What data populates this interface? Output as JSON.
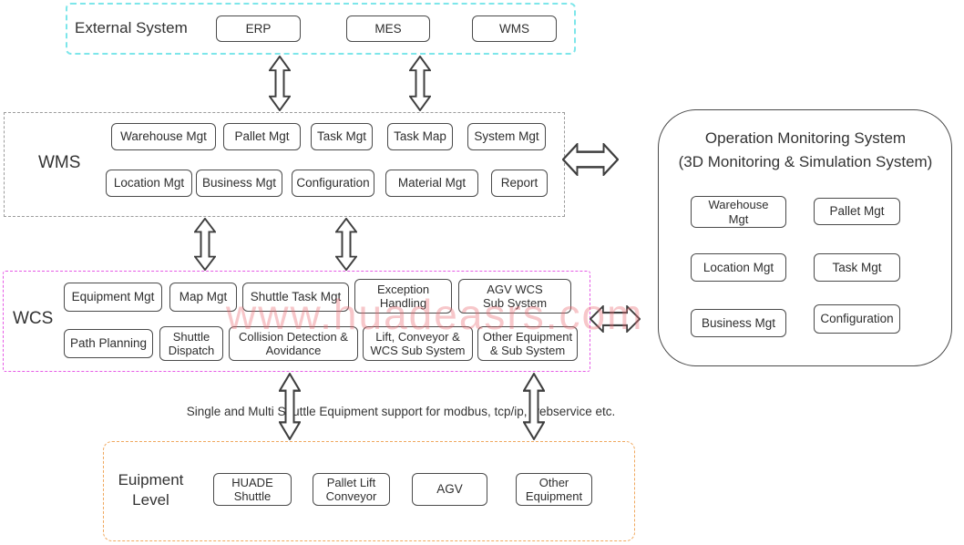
{
  "watermark": "www.huadeasrs.com",
  "colors": {
    "external_border": "#7de6ea",
    "wms_border": "#9b9b9b",
    "wcs_border": "#e65ae6",
    "equipment_border": "#f0a85e",
    "box_border": "#4a4a4a",
    "watermark": "#e96c74"
  },
  "icons": {
    "double-arrow-vertical-icon": "outlined two-headed vertical arrow",
    "double-arrow-horizontal-icon": "outlined two-headed horizontal arrow"
  },
  "external_system": {
    "label": "External System",
    "boxes": [
      "ERP",
      "MES",
      "WMS"
    ]
  },
  "wms_layer": {
    "label": "WMS",
    "row1": [
      "Warehouse Mgt",
      "Pallet Mgt",
      "Task Mgt",
      "Task Map",
      "System Mgt"
    ],
    "row2": [
      "Location Mgt",
      "Business Mgt",
      "Configuration",
      "Material Mgt",
      "Report"
    ]
  },
  "wcs_layer": {
    "label": "WCS",
    "row1": [
      "Equipment Mgt",
      "Map Mgt",
      "Shuttle Task Mgt",
      "Exception\nHandling",
      "AGV WCS\nSub System"
    ],
    "row2": [
      "Path Planning",
      "Shuttle\nDispatch",
      "Collision Detection &\nAovidance",
      "Lift, Conveyor &\nWCS Sub System",
      "Other Equipment\n& Sub System"
    ]
  },
  "equipment_level": {
    "label": "Euipment\nLevel",
    "boxes": [
      "HUADE\nShuttle",
      "Pallet Lift\nConveyor",
      "AGV",
      "Other\nEquipment"
    ]
  },
  "monitoring_panel": {
    "title_line1": "Operation Monitoring System",
    "title_line2": "(3D Monitoring & Simulation System)",
    "boxes": [
      "Warehouse\nMgt",
      "Pallet Mgt",
      "Location Mgt",
      "Task Mgt",
      "Business Mgt",
      "Configuration"
    ]
  },
  "connection_note": "Single and Multi Shuttle Equipment support for modbus, tcp/ip, webservice etc."
}
